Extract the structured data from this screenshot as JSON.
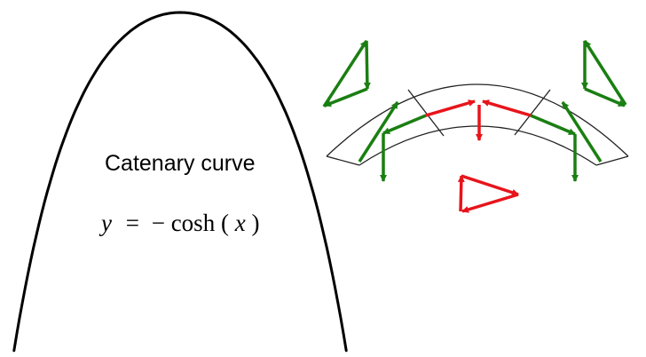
{
  "title": "Catenary curve",
  "equation": {
    "lhs_var": "y",
    "equals": "=",
    "minus": "−",
    "func": "cosh",
    "open_paren": "(",
    "arg_var": "x",
    "close_paren": ")"
  },
  "colors": {
    "curve": "#000000",
    "arch_outline": "#222222",
    "compression_forces": "#e8141b",
    "support_forces": "#1a7f12"
  }
}
